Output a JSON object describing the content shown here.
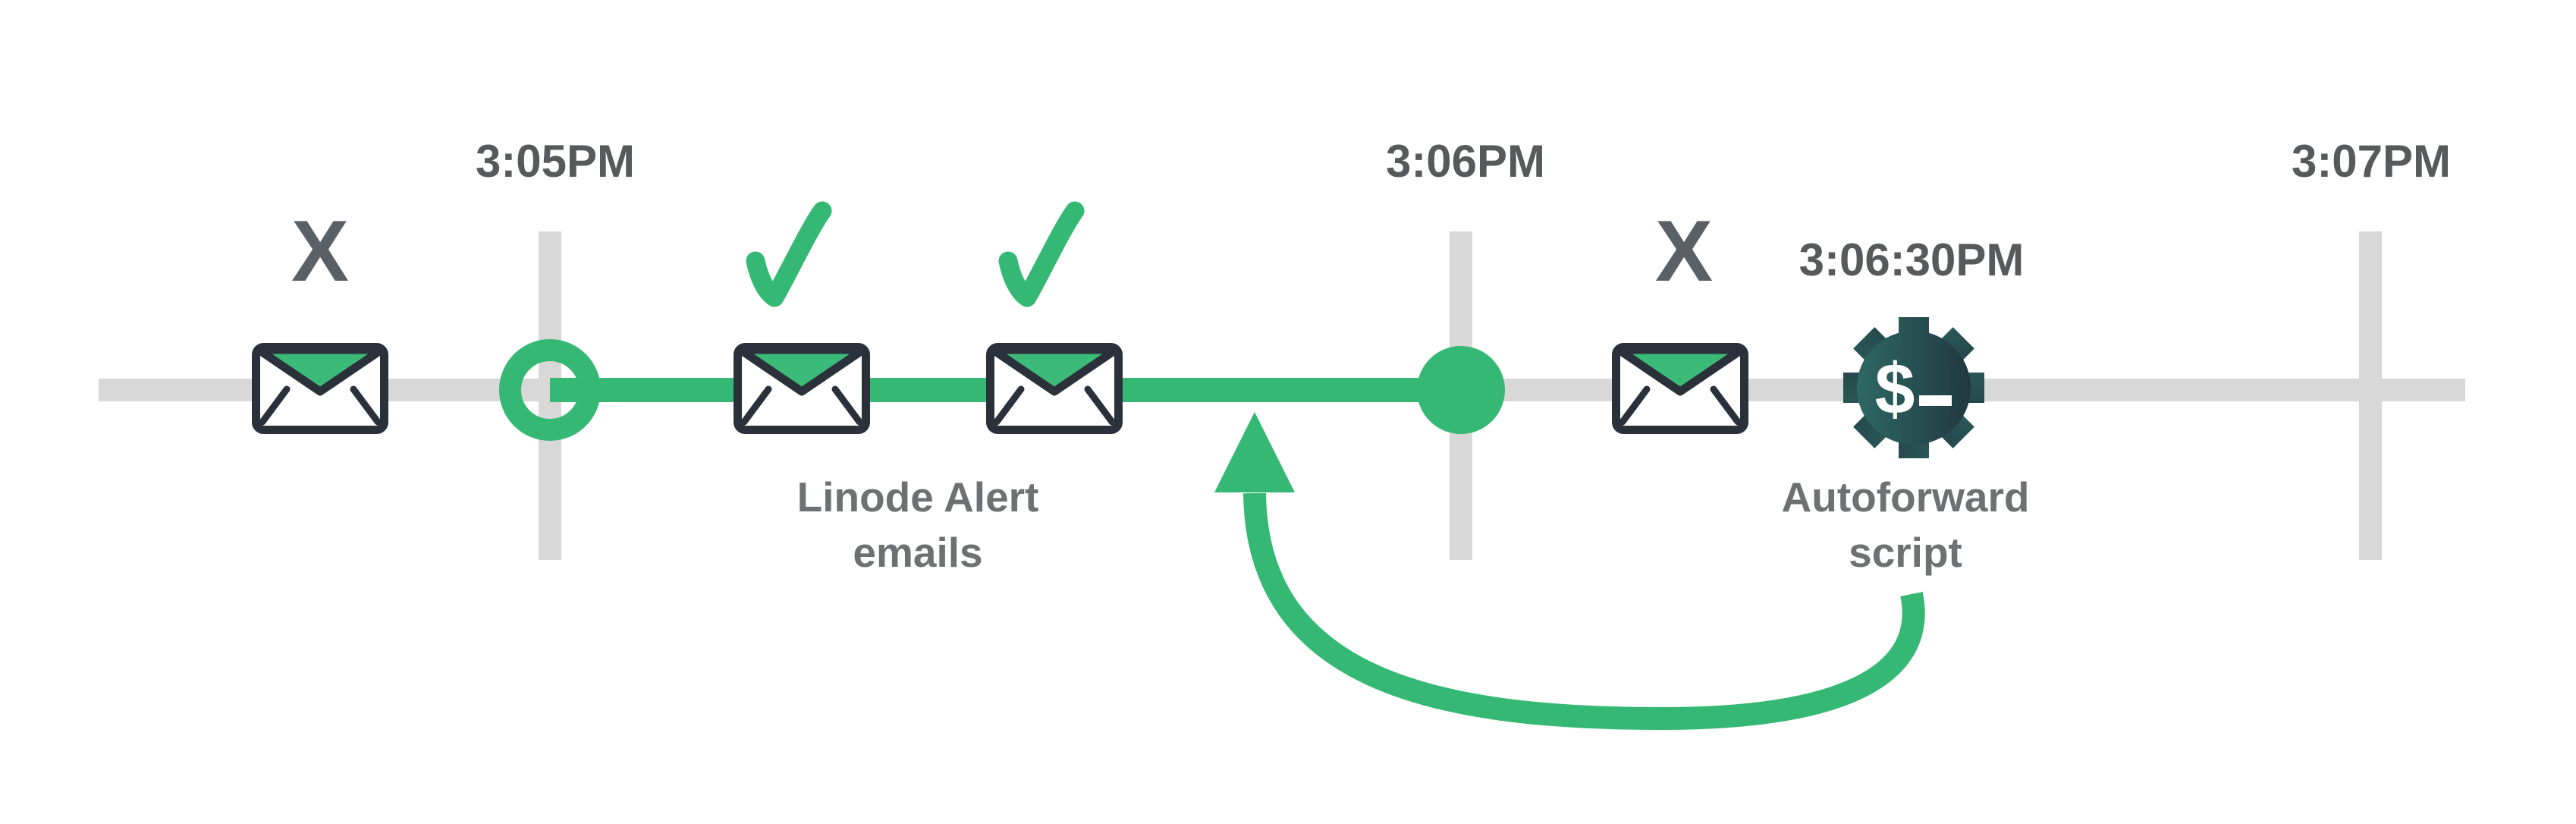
{
  "colors": {
    "green": "#35b873",
    "envelope_green": "#3cba78",
    "dark": "#2b313b",
    "gray": "#d8d8d8",
    "text_dark": "#58595b",
    "text_gray": "#6e7072",
    "x_gray": "#5b5f66",
    "gear_teal": "#2f6e66",
    "gear_slate": "#20323d",
    "white": "#ffffff"
  },
  "timeline": {
    "ticks": [
      {
        "label": "3:05PM"
      },
      {
        "label": "3:06PM"
      },
      {
        "label": "3:07PM"
      }
    ],
    "event_time_label": "3:06:30PM",
    "alert_label": {
      "line1": "Linode Alert",
      "line2": "emails"
    },
    "script_label": {
      "line1": "Autoforward",
      "line2": "script"
    },
    "failed_mark": "X",
    "gear_glyph": "$",
    "events": [
      {
        "icon": "envelope-icon",
        "mark": "x"
      },
      {
        "icon": "envelope-icon",
        "mark": "check"
      },
      {
        "icon": "envelope-icon",
        "mark": "check"
      },
      {
        "icon": "envelope-icon",
        "mark": "x"
      },
      {
        "icon": "gear-terminal-icon",
        "mark": "none"
      }
    ]
  }
}
